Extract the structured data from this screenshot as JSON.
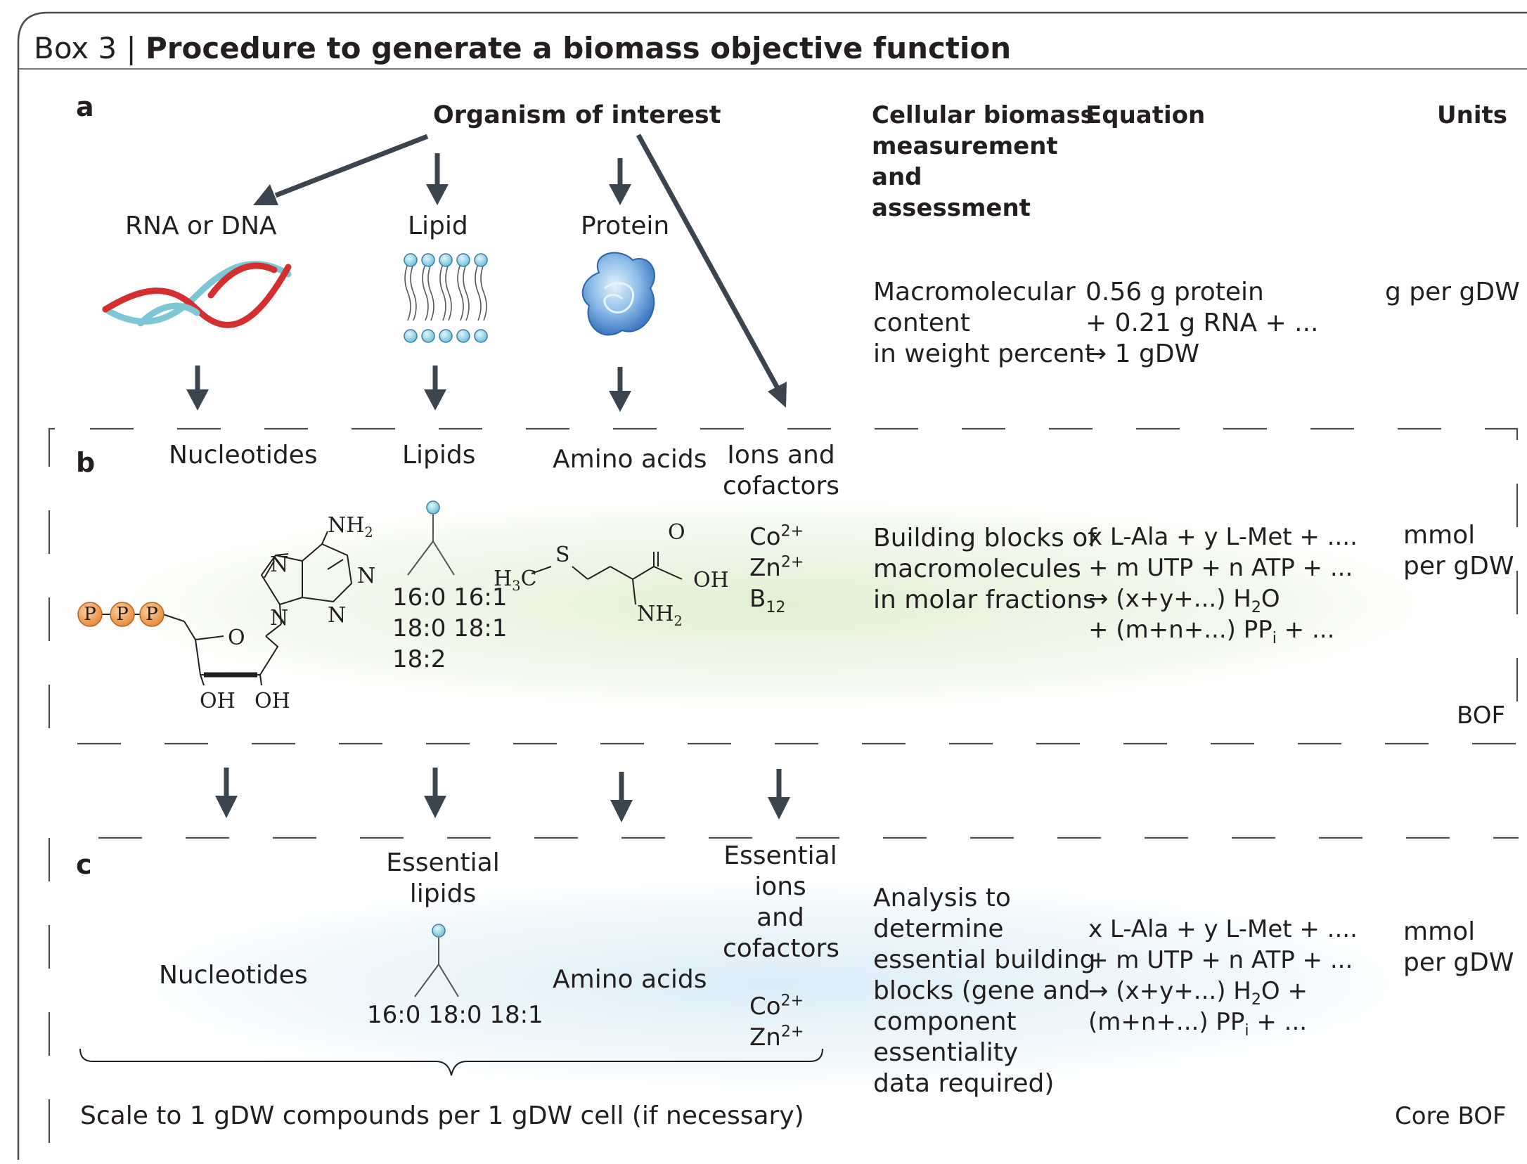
{
  "box": {
    "label": "Box 3 |",
    "title": "Procedure to generate a biomass objective function"
  },
  "columns": {
    "assessment": [
      "Cellular biomass",
      "measurement",
      "and",
      "assessment"
    ],
    "equation": "Equation",
    "units": "Units"
  },
  "panel_a": {
    "letter": "a",
    "root": "Organism of interest",
    "nodes": [
      "RNA or DNA",
      "Lipid",
      "Protein"
    ],
    "assessment": [
      "Macromolecular",
      "content",
      "in weight percent"
    ],
    "equation": [
      "0.56 g protein",
      "+ 0.21 g RNA + ...",
      "→ 1 gDW"
    ],
    "units": "g per gDW"
  },
  "panel_b": {
    "letter": "b",
    "nodes": [
      "Nucleotides",
      "Lipids",
      "Amino acids"
    ],
    "ions_title": [
      "Ions and",
      "cofactors"
    ],
    "ions": [
      "Co",
      "Zn",
      "B"
    ],
    "ions_sup": [
      "2+",
      "2+",
      "12"
    ],
    "lipid_species": [
      "16:0 16:1",
      "18:0 18:1",
      "18:2"
    ],
    "assessment": [
      "Building blocks of",
      "macromolecules",
      "in molar fractions"
    ],
    "equation": [
      "x L-Ala + y L-Met + ....",
      "+ m UTP + n ATP + ...",
      "→ (x+y+...) H",
      "O",
      "+ (m+n+...) PP",
      " + ..."
    ],
    "units": [
      "mmol",
      "per gDW"
    ],
    "tag": "BOF",
    "atp_labels": {
      "nh2": "NH",
      "n": "N",
      "o": "O",
      "oh": "OH",
      "p": "P"
    },
    "met_labels": {
      "s": "S",
      "h3c": "H",
      "c": "C",
      "o": "O",
      "oh": "OH",
      "nh2": "NH"
    }
  },
  "panel_c": {
    "letter": "c",
    "nodes": [
      "Nucleotides",
      "Amino acids"
    ],
    "lipids_title": [
      "Essential",
      "lipids"
    ],
    "lipid_species": "16:0 18:0 18:1",
    "ions_title": [
      "Essential",
      "ions",
      "and",
      "cofactors"
    ],
    "ions": [
      "Co",
      "Zn"
    ],
    "assessment": [
      "Analysis to",
      "determine",
      "essential building",
      "blocks (gene and",
      "component",
      "essentiality",
      "data required)"
    ],
    "equation": [
      "x L-Ala + y L-Met + ....",
      "+ m UTP + n ATP + ...",
      "→ (x+y+...) H",
      "O +",
      "(m+n+...) PP",
      " + ..."
    ],
    "units": [
      "mmol",
      "per gDW"
    ],
    "scale_note": "Scale to 1 gDW compounds per 1 gDW cell (if necessary)",
    "tag": "Core BOF"
  },
  "colors": {
    "arrow": "#3a4550",
    "frame": "#4d4d4d",
    "phosphate": "#f4a259",
    "bead": "#8fd0e6",
    "dna_red": "#d32f2f",
    "dna_blue": "#7cc6d6",
    "protein": "#5b9bd5",
    "glow_b": "#e4f0d8",
    "glow_c": "#deeef8"
  }
}
